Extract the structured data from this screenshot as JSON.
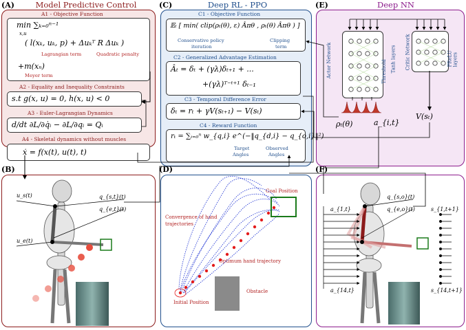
{
  "panels": {
    "a": {
      "label": "(A)",
      "title": "Model Predictive Control"
    },
    "b": {
      "label": "(B)"
    },
    "c": {
      "label": "(C)",
      "title": "Deep RL - PPO"
    },
    "d": {
      "label": "(D)"
    },
    "e": {
      "label": "(E)",
      "title": "Deep NN"
    },
    "f": {
      "label": "(F)"
    }
  },
  "mpc": {
    "a1": "A1 - Objective Function",
    "a1_eq1": "min ∑ₖ₌₀ⁿ⁻¹",
    "a1_minsub": "x,u",
    "a1_eq2": "( l(xₖ, uₖ, p) + Δuₖᵀ R Δuₖ )",
    "a1_eq3": "+m(xₙ)",
    "lagrangian": "Lagrangian term",
    "quadratic": "Quadratic penalty",
    "meyer": "Meyer term",
    "a2": "A2 - Equality and Inequality Constraints",
    "a2_eq": "s.t  g(x, u) = 0,  h(x, u) < 0",
    "a3": "A3 - Euler-Lagrangian Dynamics",
    "a3_eq": "d/dt ∂L/∂q̇ᵢ − ∂L/∂qᵢ = Qᵢ",
    "a4": "A4 - Skeletal dynamics without muscles",
    "a4_eq": "ẋ = f(x(t), u(t), t)"
  },
  "b_labels": {
    "us": "u_s(t)",
    "ue": "u_e(t)",
    "qs": "q_{s,t}(t)",
    "qe": "q_{e,t}(t)"
  },
  "ppo": {
    "c1": "C1 - Objective Function",
    "c1_eq": "𝔼ₜ [ min( clip(ρₜ(θ), ε) Âπθ , ρₜ(θ) Âπθ ) ]",
    "cons": "Conservative policy",
    "iter": "iteration",
    "clipping": "Clipping",
    "term": "term",
    "c2": "C2 - Generalized Advantage Estimation",
    "c2_eq1": "Âₜ = δₜ + (γλ)δₜ₊₁ + ...",
    "c2_eq2": "+(γλ)ᵀ⁻ᵗ⁺¹ δₜ₋₁",
    "c3": "C3 - Temporal Difference Error",
    "c3_eq": "δₜ = rₜ + γV(sₜ₊₁) − V(sₜ)",
    "c4": "C4 - Reward Function",
    "c4_eq": "rₜ = ∑ᵢ₌₀ⁿ w_{q,i} e^(−‖q_{d,i} − q_{o,i}‖²)",
    "target": "Target",
    "angles": "Angles",
    "observed": "Observed",
    "angles2": "Angles"
  },
  "traj": {
    "goal": "Goal Position",
    "convergence1": "Convergence of hand",
    "convergence2": "trajectories",
    "optimum": "Optimum hand trajectory",
    "obstacle": "Obstacle",
    "initial": "Initial Position"
  },
  "nn": {
    "actor": "Actor Network",
    "threshold": "Threshold",
    "tanh": "Tanh layers",
    "critic": "Critic Network",
    "prelu": "PReLU layers",
    "rho": "ρₜ(θ)",
    "a": "a_{i,t}",
    "v": "V(sₜ)"
  },
  "f_labels": {
    "a1": "a_{1,t}",
    "a14": "a_{14,t}",
    "qs": "q_{s,o}(t)",
    "qe": "q_{e,o}(t)",
    "s1": "s_{1,t+1}",
    "s14": "s_{14,t+1}"
  },
  "colors": {
    "mpc": "#8b1a1a",
    "ppo": "#1f4e8c",
    "nn": "#8b1a8b",
    "goal": "#1a7a1a"
  }
}
